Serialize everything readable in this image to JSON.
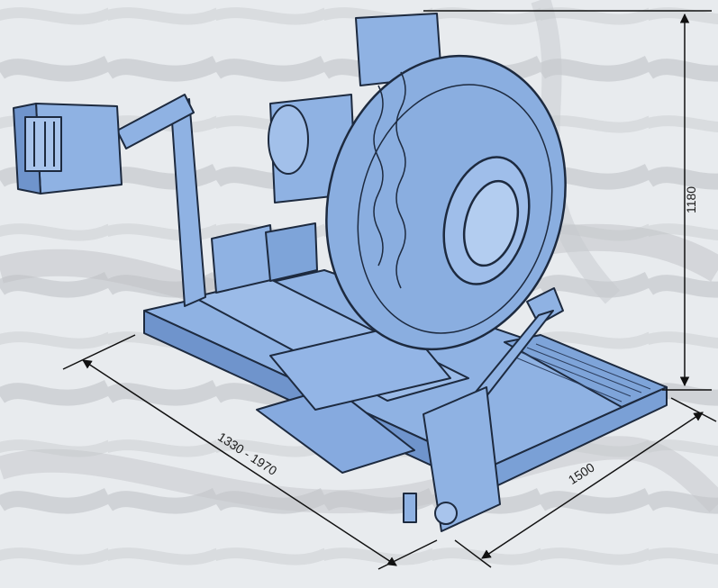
{
  "dimensions": {
    "height_label": "1180",
    "length_label": "1330 - 1970",
    "width_label": "1500"
  },
  "colors": {
    "machine_fill": "#8fb2e3",
    "machine_fill_dark": "#6f94cc",
    "machine_outline": "#1d2a3f",
    "tire_fill": "#8aaee0",
    "background": "#e8ebee",
    "tread_pattern": "#b9bcc0"
  }
}
